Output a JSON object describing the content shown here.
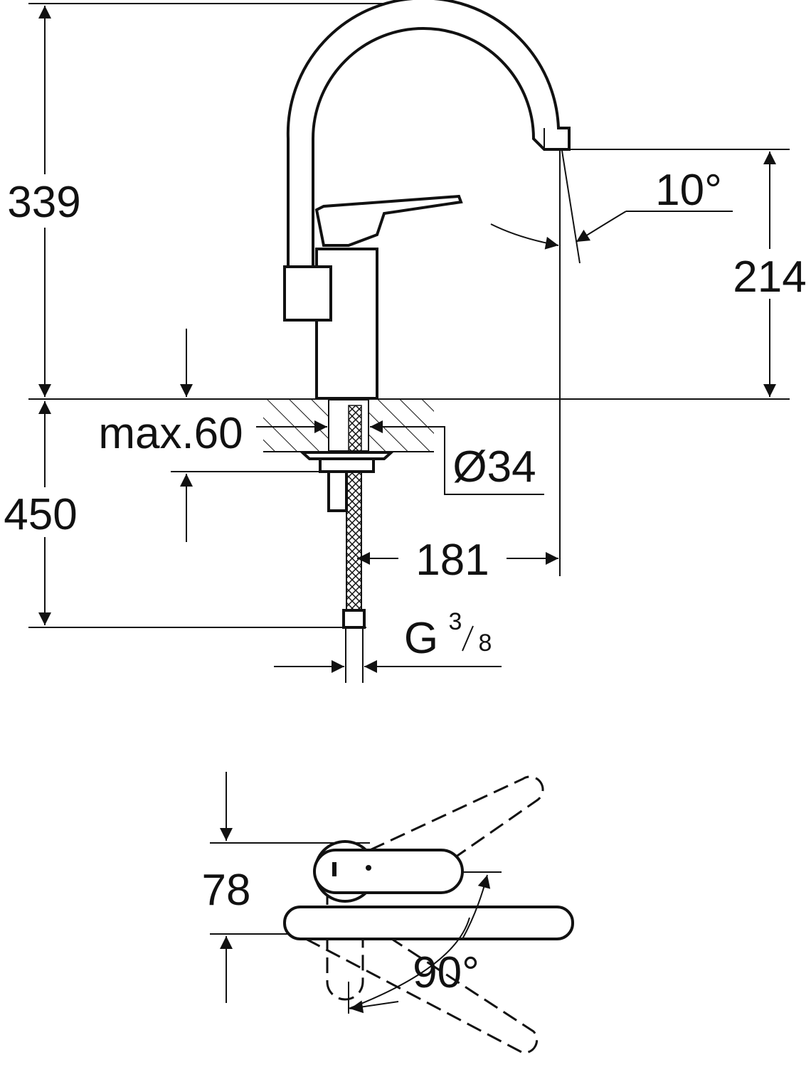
{
  "drawing": {
    "side_view": {
      "total_height": "339",
      "spout_height": "214",
      "spout_angle": "10°",
      "max_counter_thickness": "max.60",
      "hole_diameter": "Ø34",
      "hose_length": "450",
      "projection": "181",
      "connection_prefix": "G",
      "connection_num": "3",
      "connection_den": "8"
    },
    "top_view": {
      "lever_depth": "78",
      "swivel_angle": "90°"
    },
    "line_color": "#111111"
  }
}
